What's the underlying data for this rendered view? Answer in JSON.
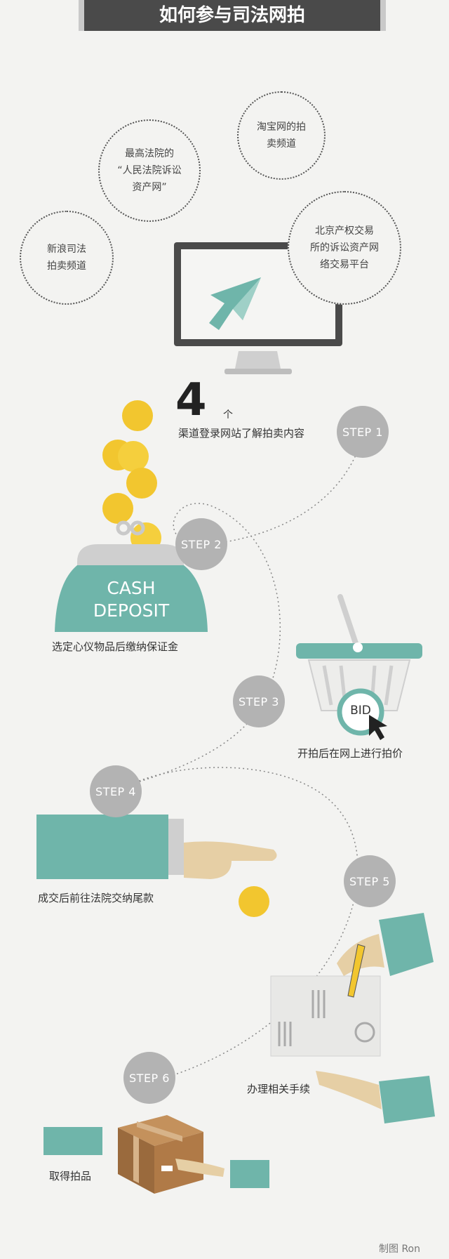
{
  "title": "如何参与司法网拍",
  "channels": {
    "supreme_court": [
      "最高法院的",
      "“人民法院诉讼",
      "资产网”"
    ],
    "taobao": [
      "淘宝网的拍",
      "卖频道"
    ],
    "sina": [
      "新浪司法",
      "拍卖频道"
    ],
    "beijing": [
      "北京产权交易",
      "所的诉讼资产网",
      "络交易平台"
    ]
  },
  "channels_count": "4",
  "channels_count_unit": "个",
  "steps": [
    {
      "label": "STEP 1",
      "text": "渠道登录网站了解拍卖内容"
    },
    {
      "label": "STEP 2",
      "text": "选定心仪物品后缴纳保证金"
    },
    {
      "label": "STEP 3",
      "text": "开拍后在网上进行拍价"
    },
    {
      "label": "STEP 4",
      "text": "成交后前往法院交纳尾款"
    },
    {
      "label": "STEP 5",
      "text": "办理相关手续"
    },
    {
      "label": "STEP 6",
      "text": "取得拍品"
    }
  ],
  "purse_text": [
    "CASH",
    "DEPOSIT"
  ],
  "bid_text": "BID",
  "credit": "制图 Ron",
  "colors": {
    "teal": "#6fb5aa",
    "gold": "#f2c62f",
    "gray": "#b3b3b3",
    "dark": "#4a4a4a"
  }
}
